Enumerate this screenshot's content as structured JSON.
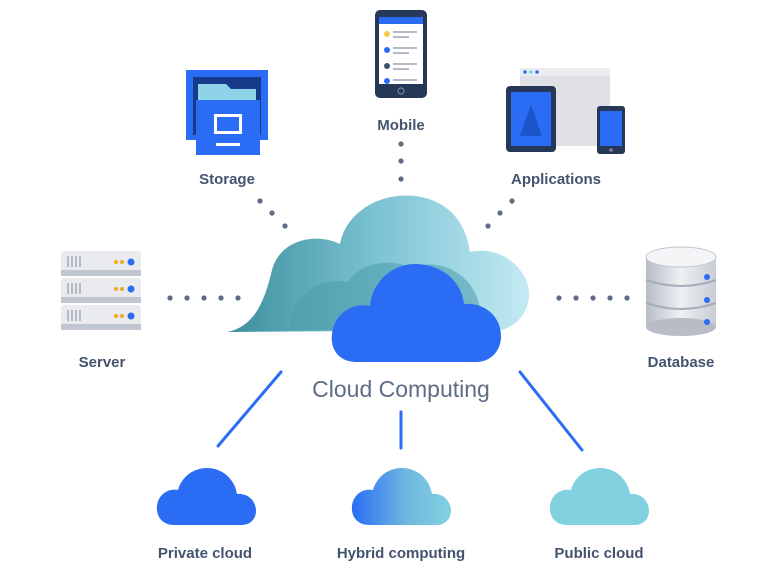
{
  "diagram": {
    "center_label": "Cloud Computing",
    "nodes": {
      "storage": "Storage",
      "mobile": "Mobile",
      "applications": "Applications",
      "server": "Server",
      "database": "Database",
      "private_cloud": "Private cloud",
      "hybrid_computing": "Hybrid computing",
      "public_cloud": "Public cloud"
    }
  },
  "colors": {
    "blue": "#2a6df4",
    "teal": "#5ba3b5",
    "light_teal": "#82d1e0",
    "dot": "#5e6c84",
    "label": "#44546f"
  }
}
